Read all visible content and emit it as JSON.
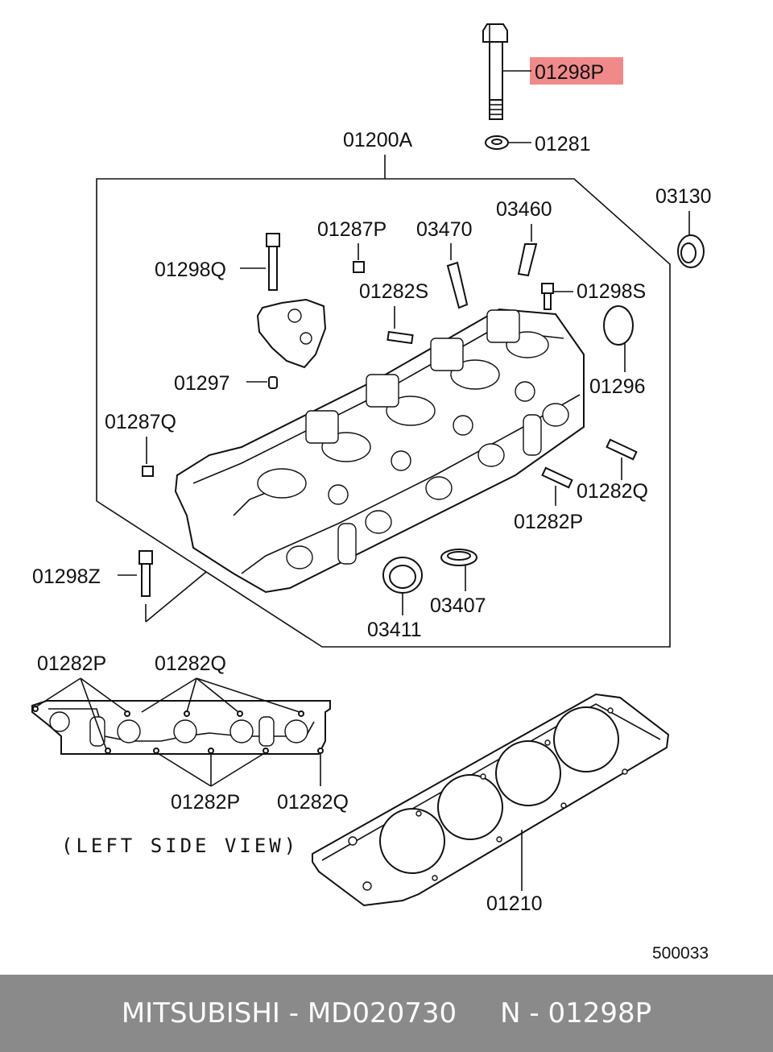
{
  "labels": {
    "p01298P": "01298P",
    "p01281": "01281",
    "p01200A": "01200A",
    "p03130": "03130",
    "p01287P": "01287P",
    "p03470": "03470",
    "p03460": "03460",
    "p01298Q": "01298Q",
    "p01282S": "01282S",
    "p01298S": "01298S",
    "p01297": "01297",
    "p01296": "01296",
    "p01287Q": "01287Q",
    "p01282Q": "01282Q",
    "p01282P": "01282P",
    "p01298Z": "01298Z",
    "p03407": "03407",
    "p03411": "03411",
    "side_01282P_top": "01282P",
    "side_01282Q_top": "01282Q",
    "side_01282P_bottom": "01282P",
    "side_01282Q_bottom": "01282Q",
    "p01210": "01210",
    "left_side_view": "(LEFT SIDE VIEW)",
    "figure_number": "500033"
  },
  "highlight_color": "#f08a8a",
  "footer": {
    "text": "MITSUBISHI - MD020730     N - 01298P",
    "background": "#8a8a8a"
  }
}
